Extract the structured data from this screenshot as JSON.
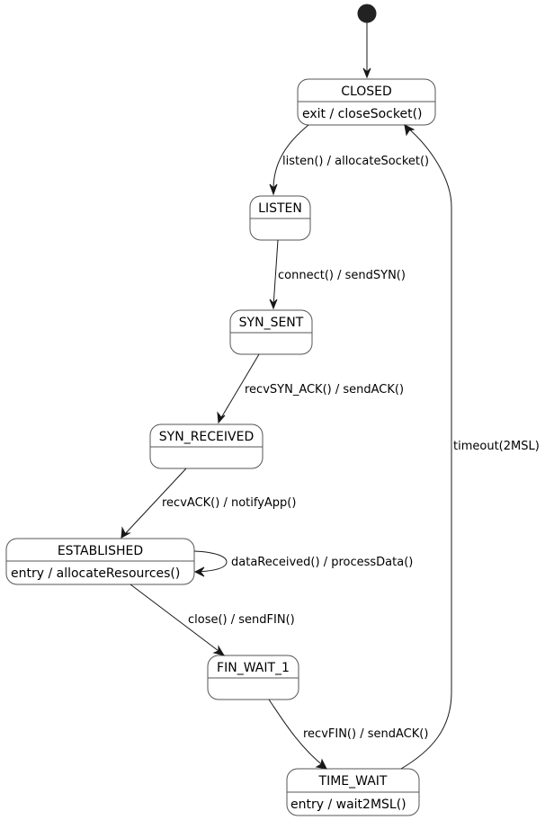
{
  "diagram": {
    "type": "state-machine",
    "initial_state_target": "CLOSED",
    "states": [
      {
        "id": "CLOSED",
        "name": "CLOSED",
        "action": "exit / closeSocket()"
      },
      {
        "id": "LISTEN",
        "name": "LISTEN",
        "action": ""
      },
      {
        "id": "SYN_SENT",
        "name": "SYN_SENT",
        "action": ""
      },
      {
        "id": "SYN_RECEIVED",
        "name": "SYN_RECEIVED",
        "action": ""
      },
      {
        "id": "ESTABLISHED",
        "name": "ESTABLISHED",
        "action": "entry / allocateResources()"
      },
      {
        "id": "FIN_WAIT_1",
        "name": "FIN_WAIT_1",
        "action": ""
      },
      {
        "id": "TIME_WAIT",
        "name": "TIME_WAIT",
        "action": "entry / wait2MSL()"
      }
    ],
    "transitions": [
      {
        "from": "CLOSED",
        "to": "LISTEN",
        "label": "listen() / allocateSocket()"
      },
      {
        "from": "LISTEN",
        "to": "SYN_SENT",
        "label": "connect() / sendSYN()"
      },
      {
        "from": "SYN_SENT",
        "to": "SYN_RECEIVED",
        "label": "recvSYN_ACK() / sendACK()"
      },
      {
        "from": "SYN_RECEIVED",
        "to": "ESTABLISHED",
        "label": "recvACK() / notifyApp()"
      },
      {
        "from": "ESTABLISHED",
        "to": "ESTABLISHED",
        "label": "dataReceived() / processData()"
      },
      {
        "from": "ESTABLISHED",
        "to": "FIN_WAIT_1",
        "label": "close() / sendFIN()"
      },
      {
        "from": "FIN_WAIT_1",
        "to": "TIME_WAIT",
        "label": "recvFIN() / sendACK()"
      },
      {
        "from": "TIME_WAIT",
        "to": "CLOSED",
        "label": "timeout(2MSL)"
      }
    ]
  }
}
